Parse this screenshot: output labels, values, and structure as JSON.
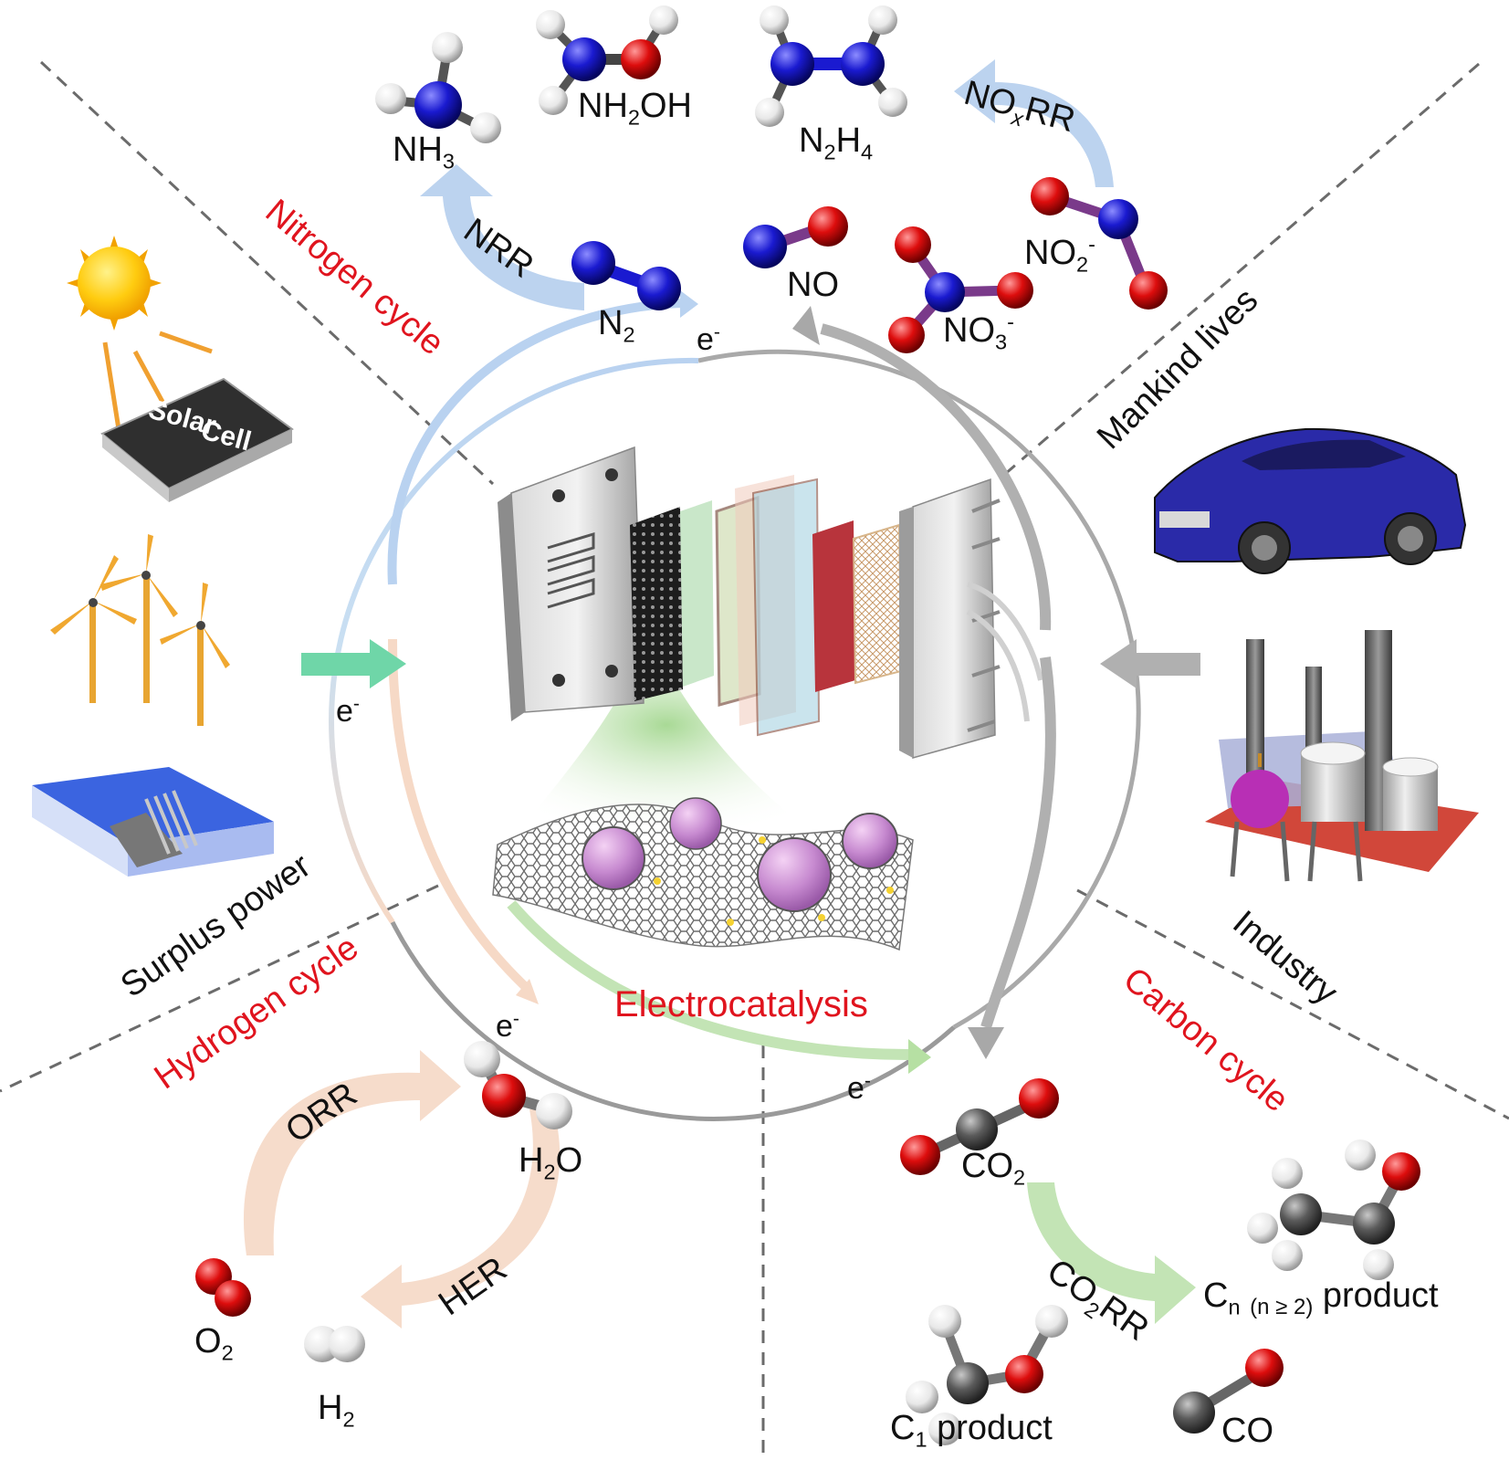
{
  "center": {
    "title": "Electrocatalysis"
  },
  "sectors": {
    "nitrogen": "Nitrogen cycle",
    "hydrogen": "Hydrogen cycle",
    "carbon": "Carbon cycle",
    "surplus": "Surplus power",
    "mankind": "Mankind lives",
    "industry": "Industry"
  },
  "devices": {
    "solar_cell_line1": "Solar",
    "solar_cell_line2": "Cell"
  },
  "reactions": {
    "nrr": "NRR",
    "noxrr_pre": "NO",
    "noxrr_sub": "x",
    "noxrr_post": "RR",
    "orr": "ORR",
    "her": "HER",
    "co2rr_pre": "CO",
    "co2rr_sub": "2",
    "co2rr_post": "RR"
  },
  "electron": {
    "symbol": "e",
    "charge": "-"
  },
  "species": {
    "nh3": {
      "base": "NH",
      "sub": "3"
    },
    "nh2oh": {
      "a": "NH",
      "sub": "2",
      "b": "OH"
    },
    "n2h4": {
      "a": "N",
      "sub1": "2",
      "b": "H",
      "sub2": "4"
    },
    "n2": {
      "base": "N",
      "sub": "2"
    },
    "no": "NO",
    "no2": {
      "base": "NO",
      "sub": "2",
      "sup": "-"
    },
    "no3": {
      "base": "NO",
      "sub": "3",
      "sup": "-"
    },
    "h2o": {
      "a": "H",
      "sub": "2",
      "b": "O"
    },
    "o2": {
      "base": "O",
      "sub": "2"
    },
    "h2": {
      "base": "H",
      "sub": "2"
    },
    "co2": {
      "base": "CO",
      "sub": "2"
    },
    "co": "CO",
    "c1": {
      "base": "C",
      "sub": "1",
      "text": " product"
    },
    "cn": {
      "base": "C",
      "sub": "n",
      "cond": "(n ≥ 2)",
      "text": " product"
    }
  },
  "colors": {
    "red_label": "#e0141e",
    "nitrogen_atom": "#1a1ad0",
    "oxygen_atom": "#dd0d0d",
    "carbon_atom": "#5b5b5b",
    "hydrogen_atom": "#eeeeee",
    "arrow_blue": "#bcd3ef",
    "arrow_peach": "#f6dccb",
    "arrow_green": "#c3e4b5",
    "arrow_gray": "#b0b0b0",
    "teal_arrow": "#6fd6a8"
  }
}
